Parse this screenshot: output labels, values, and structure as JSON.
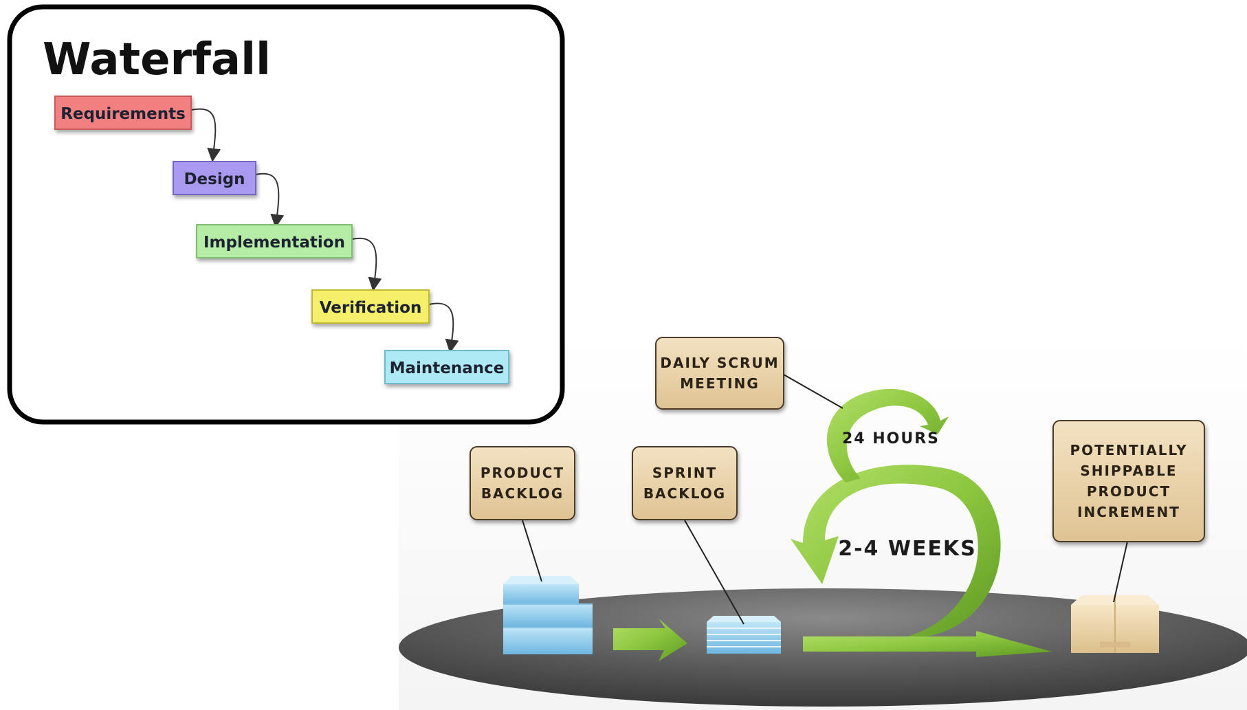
{
  "waterfall": {
    "title": "Waterfall",
    "stages": [
      {
        "label": "Requirements",
        "color": "#f28080",
        "border": "#c85a5a"
      },
      {
        "label": "Design",
        "color": "#a999ef",
        "border": "#7466c4"
      },
      {
        "label": "Implementation",
        "color": "#b6eda6",
        "border": "#7cbf6c"
      },
      {
        "label": "Verification",
        "color": "#f4f06a",
        "border": "#c2b930"
      },
      {
        "label": "Maintenance",
        "color": "#aeeaf6",
        "border": "#6fb9cb"
      }
    ]
  },
  "scrum": {
    "daily_meeting": {
      "line1": "Daily Scrum",
      "line2": "Meeting"
    },
    "hours": "24 Hours",
    "weeks": "2-4 Weeks",
    "product_backlog": {
      "line1": "Product",
      "line2": "Backlog"
    },
    "sprint_backlog": {
      "line1": "Sprint",
      "line2": "Backlog"
    },
    "increment": {
      "line1": "Potentially",
      "line2": "Shippable",
      "line3": "Product",
      "line4": "Increment"
    },
    "colors": {
      "callout_fill": "#ead3aa",
      "callout_border": "#4a3b28",
      "arrow_green": "#8dc63f",
      "platform": "#5e5e5e",
      "backlog_blue": "#9dd3ef",
      "box_tan": "#f0d9ae"
    }
  }
}
